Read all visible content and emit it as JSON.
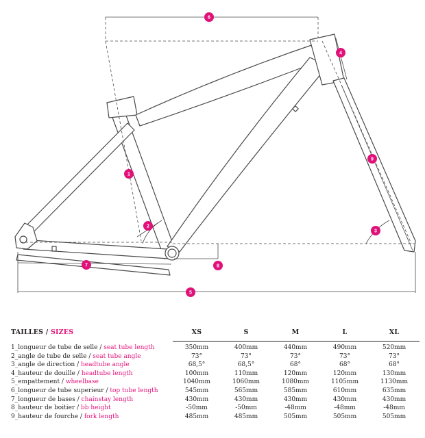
{
  "diagram": {
    "badges": [
      "1",
      "2",
      "3",
      "4",
      "5",
      "6",
      "7",
      "8",
      "9"
    ]
  },
  "table": {
    "header": {
      "label": "TAILLES",
      "separator": "/",
      "label_en": "SIZES"
    },
    "sizes": [
      "XS",
      "S",
      "M",
      "L",
      "XL"
    ],
    "rows": [
      {
        "num": "1",
        "fr": "longueur de tube de selle",
        "en": "seat tube length",
        "values": [
          "350mm",
          "400mm",
          "440mm",
          "490mm",
          "520mm"
        ]
      },
      {
        "num": "2",
        "fr": "angle de tube de selle",
        "en": "seat tube angle",
        "values": [
          "73°",
          "73°",
          "73°",
          "73°",
          "73°"
        ]
      },
      {
        "num": "3",
        "fr": "angle de direction",
        "en": "headtube angle",
        "values": [
          "68,5°",
          "68,5°",
          "68°",
          "68°",
          "68°"
        ]
      },
      {
        "num": "4",
        "fr": "hauteur de douille",
        "en": "headtube length",
        "values": [
          "100mm",
          "110mm",
          "120mm",
          "120mm",
          "130mm"
        ]
      },
      {
        "num": "5",
        "fr": "empattement",
        "en": "wheelbase",
        "values": [
          "1040mm",
          "1060mm",
          "1080mm",
          "1105mm",
          "1130mm"
        ]
      },
      {
        "num": "6",
        "fr": "longueur de tube superieur",
        "en": "top tube length",
        "values": [
          "545mm",
          "565mm",
          "585mm",
          "610mm",
          "635mm"
        ]
      },
      {
        "num": "7",
        "fr": "longueur de bases",
        "en": "chainstay length",
        "values": [
          "430mm",
          "430mm",
          "430mm",
          "430mm",
          "430mm"
        ]
      },
      {
        "num": "8",
        "fr": "hauteur de boitier",
        "en": "bb height",
        "values": [
          "-50mm",
          "-50mm",
          "-48mm",
          "-48mm",
          "-48mm"
        ]
      },
      {
        "num": "9",
        "fr": "hauteur de fourche",
        "en": "fork length",
        "values": [
          "485mm",
          "485mm",
          "505mm",
          "505mm",
          "505mm"
        ]
      }
    ]
  },
  "colors": {
    "accent": "#e0127a",
    "line": "#4a4a4a",
    "text": "#231f20"
  }
}
